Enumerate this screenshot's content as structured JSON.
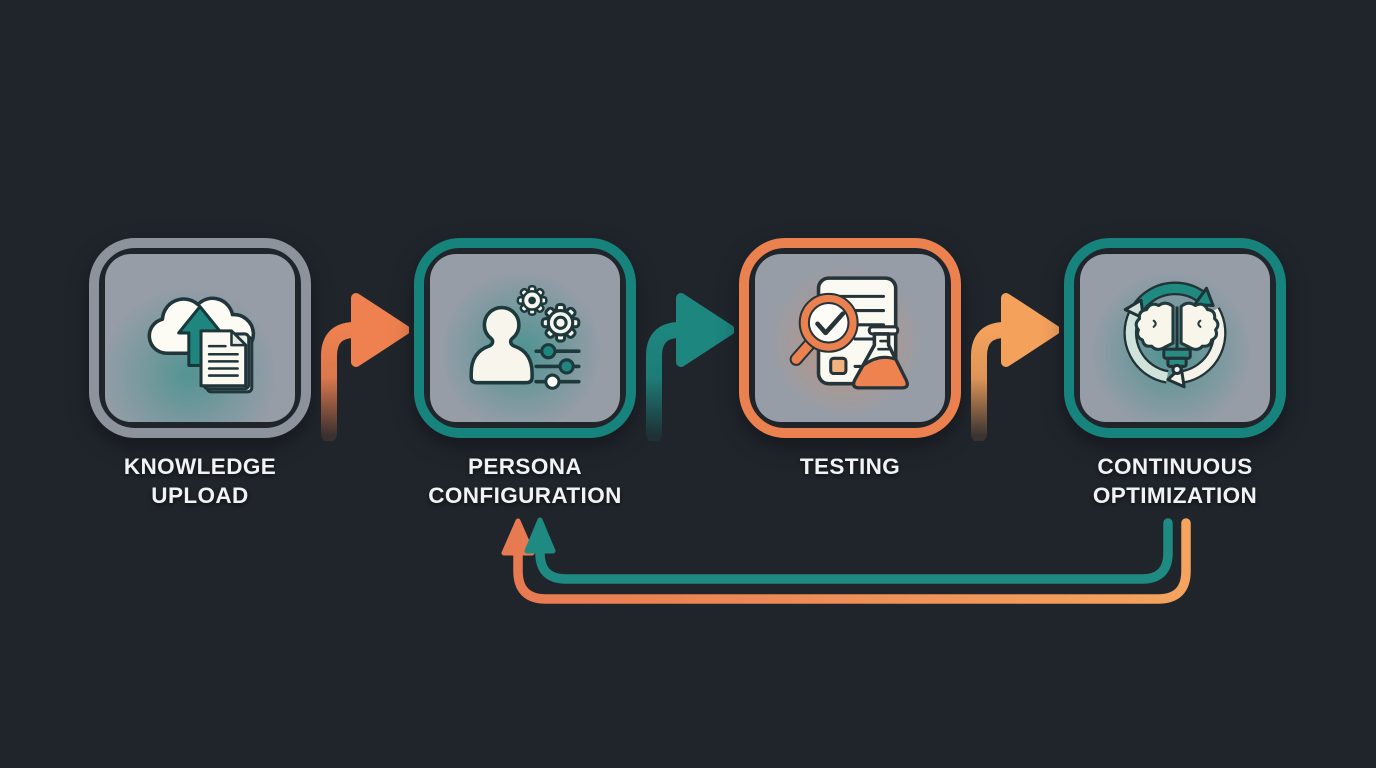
{
  "diagram": {
    "background_color": "#20252c",
    "box_fill_color": "#969da7",
    "label_color": "#f1f2f4",
    "steps": [
      {
        "id": "knowledge-upload",
        "label": "KNOWLEDGE\nUPLOAD",
        "border_color": "#8d939d",
        "glow_color": "rgba(28,140,130,0.55)",
        "icon": "cloud-upload-documents-icon"
      },
      {
        "id": "persona-configuration",
        "label": "PERSONA\nCONFIGURATION",
        "border_color": "#17837d",
        "glow_color": "rgba(28,140,130,0.60)",
        "icon": "user-gears-sliders-icon"
      },
      {
        "id": "testing",
        "label": "TESTING",
        "border_color": "#ec8150",
        "glow_color": "rgba(240,135,80,0.55)",
        "icon": "magnifier-checklist-flask-icon"
      },
      {
        "id": "continuous-optimization",
        "label": "CONTINUOUS\nOPTIMIZATION",
        "border_color": "#17837d",
        "glow_color": "rgba(28,140,130,0.60)",
        "icon": "cycle-brain-bulb-icon"
      }
    ],
    "connectors": [
      {
        "from": "knowledge-upload",
        "to": "persona-configuration",
        "color": "#ef8150"
      },
      {
        "from": "persona-configuration",
        "to": "testing",
        "color": "#1d867f"
      },
      {
        "from": "testing",
        "to": "continuous-optimization",
        "color": "#f4a15c"
      }
    ],
    "feedback_loop": {
      "from": "continuous-optimization",
      "to": "persona-configuration",
      "teal_color": "#1f8a82",
      "orange_start_color": "#e87a52",
      "orange_end_color": "#f4a45e"
    }
  }
}
